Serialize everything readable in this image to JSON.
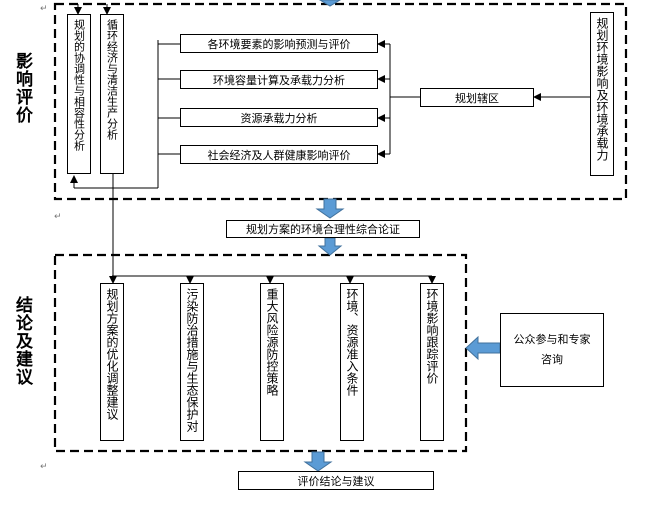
{
  "sections": {
    "impact_label": "影响评价",
    "conclusion_label": "结论及建议"
  },
  "impact": {
    "left_boxes": [
      "规划的协调性与相容性分析",
      "循环经济与清洁生产分析"
    ],
    "center_boxes": [
      "各环境要素的影响预测与评价",
      "环境容量计算及承载力分析",
      "资源承载力分析",
      "社会经济及人群健康影响评价"
    ],
    "planning_area": "规划辖区",
    "right_box": "规划环境影响及环境承载力"
  },
  "synthesis": "规划方案的环境合理性综合论证",
  "conclusion": {
    "boxes": [
      "规划方案的优化调整建议",
      "污染防治措施与生态保护对",
      "重大风险源防控策略",
      "环境、资源准入条件",
      "环境影响跟踪评价"
    ],
    "public": "公众参与和专家咨询"
  },
  "final": "评价结论与建议",
  "colors": {
    "arrow_fill": "#5b9bd5",
    "arrow_stroke": "#41719c",
    "line": "#000000"
  }
}
